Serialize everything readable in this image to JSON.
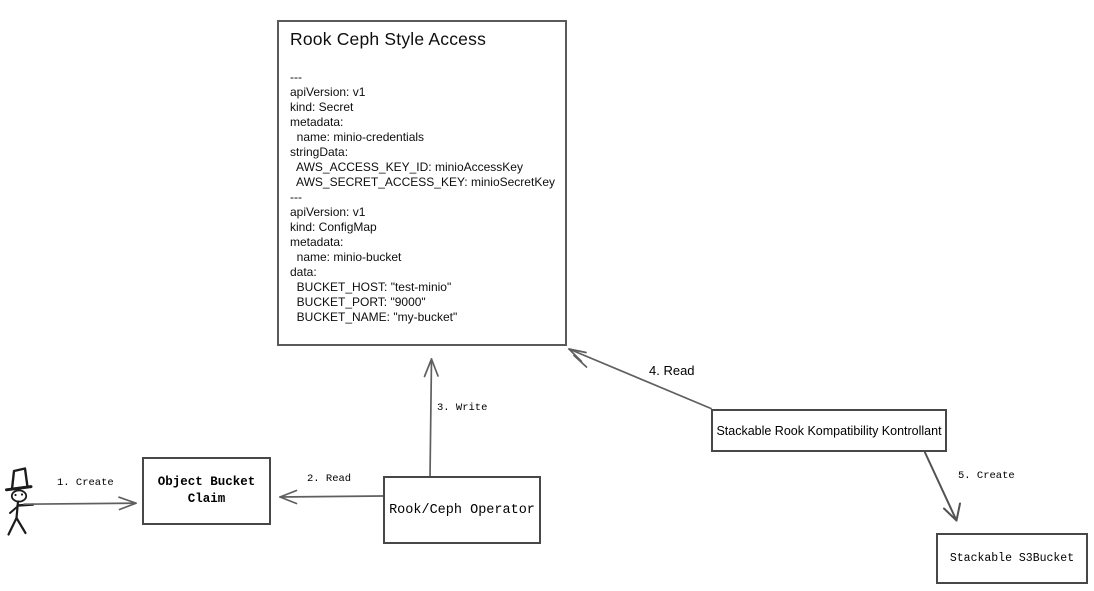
{
  "colors": {
    "box_border": "#474747",
    "arrow_stroke": "#5f5f5f",
    "text": "#000000",
    "background": "#ffffff"
  },
  "diagram": {
    "main_box": {
      "title": "Rook Ceph Style Access",
      "yaml_lines": [
        "---",
        "apiVersion: v1",
        "kind: Secret",
        "metadata:",
        "  name: minio-credentials",
        "stringData:",
        "  AWS_ACCESS_KEY_ID: minioAccessKey",
        "  AWS_SECRET_ACCESS_KEY: minioSecretKey",
        "---",
        "apiVersion: v1",
        "kind: ConfigMap",
        "metadata:",
        "  name: minio-bucket",
        "data:",
        "  BUCKET_HOST: \"test-minio\"",
        "  BUCKET_PORT: \"9000\"",
        "  BUCKET_NAME: \"my-bucket\""
      ]
    },
    "nodes": {
      "object_bucket_claim": {
        "label": "Object Bucket Claim"
      },
      "rook_ceph_operator": {
        "label": "Rook/Ceph Operator"
      },
      "stackable_kontrollant": {
        "label": "Stackable Rook Kompatibility Kontrollant"
      },
      "stackable_s3bucket": {
        "label": "Stackable S3Bucket"
      }
    },
    "edges": {
      "create_obc": {
        "label": "1. Create"
      },
      "read_obc": {
        "label": "2. Read"
      },
      "write_manifests": {
        "label": "3. Write"
      },
      "read_manifests": {
        "label": "4. Read"
      },
      "create_s3bucket": {
        "label": "5. Create"
      }
    },
    "icons": {
      "actor": "stick-figure-top-hat-icon"
    }
  }
}
